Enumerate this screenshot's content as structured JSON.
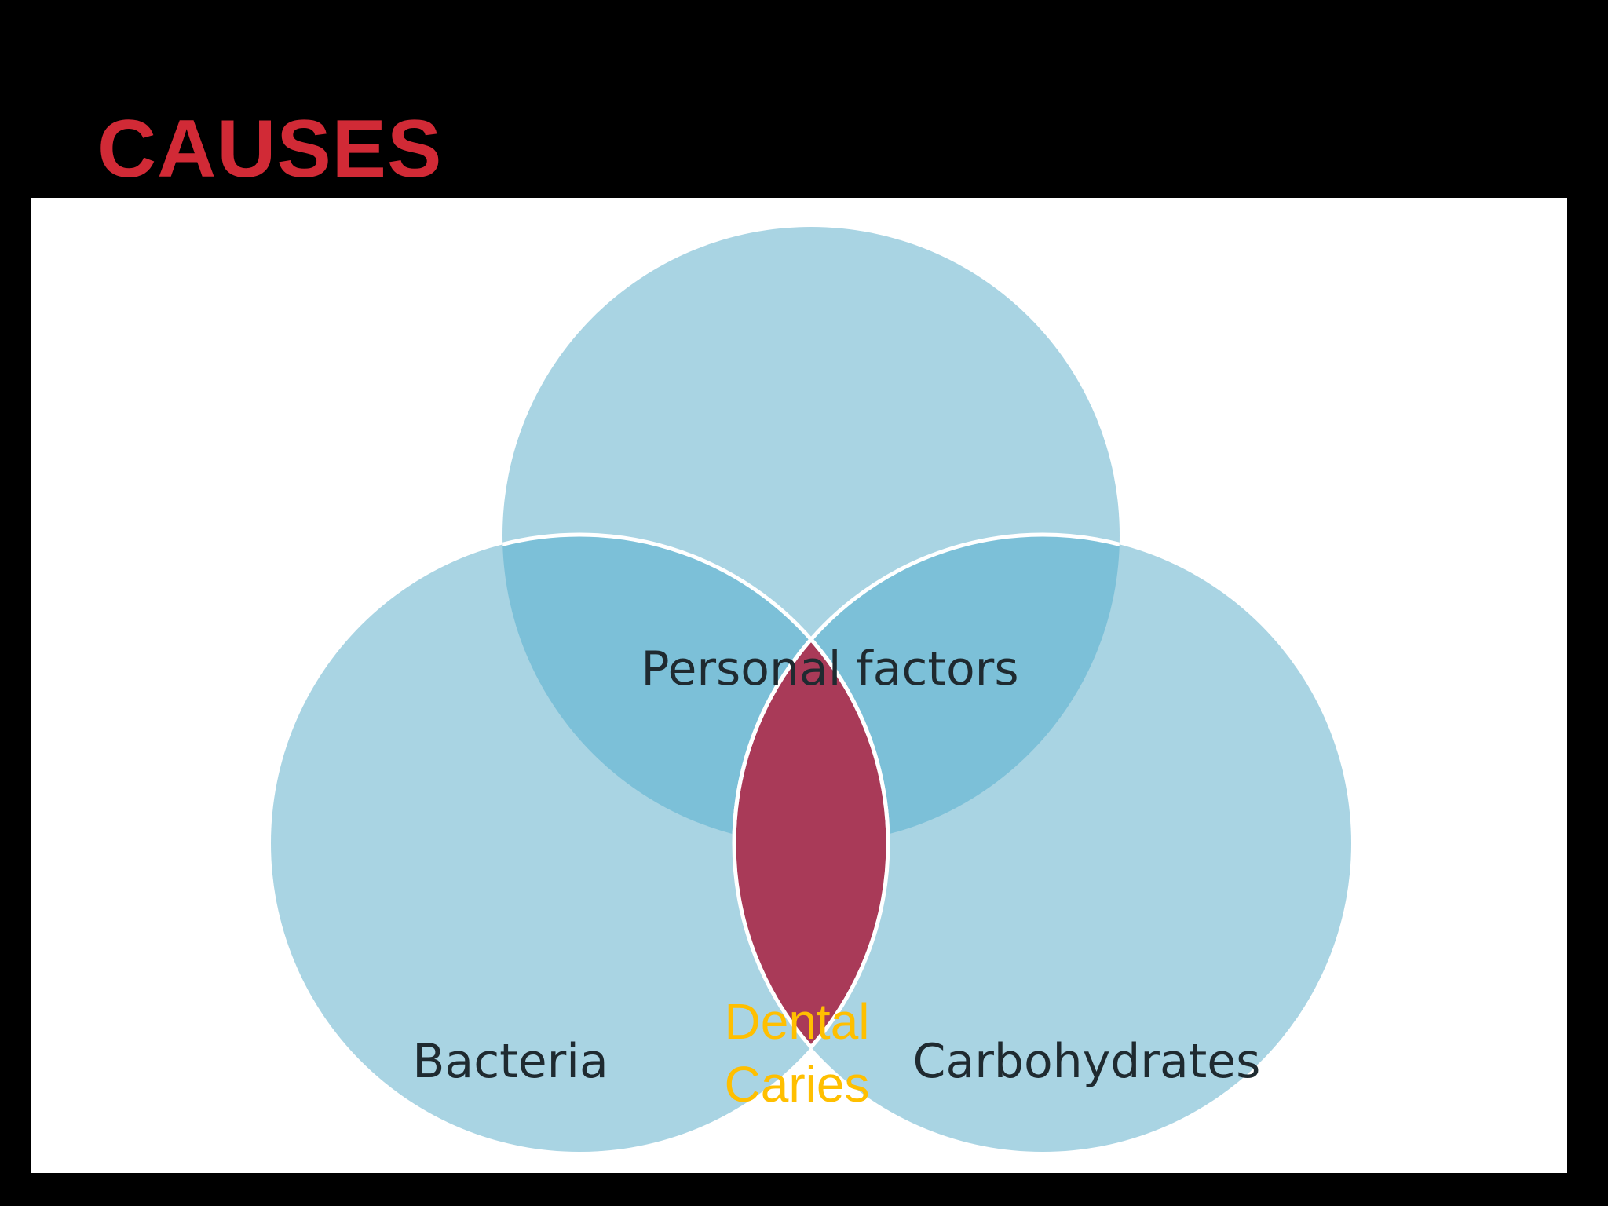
{
  "slide": {
    "title": "CAUSES"
  },
  "venn": {
    "sets": [
      {
        "id": "top",
        "label": "Personal factors"
      },
      {
        "id": "left",
        "label": "Bacteria"
      },
      {
        "id": "right",
        "label": "Carbohydrates"
      }
    ],
    "intersection_label": {
      "line1": "Dental",
      "line2": "Caries"
    }
  },
  "colors": {
    "background": "#000000",
    "title": "#d12a36",
    "panel": "#ffffff",
    "circle_fill": "#a9d4e3",
    "pair_overlap": "#7cc0d8",
    "center_fill": "#a93a58",
    "center_text": "#ffbf00",
    "label_text": "#1f2a30",
    "outline": "#ffffff"
  }
}
